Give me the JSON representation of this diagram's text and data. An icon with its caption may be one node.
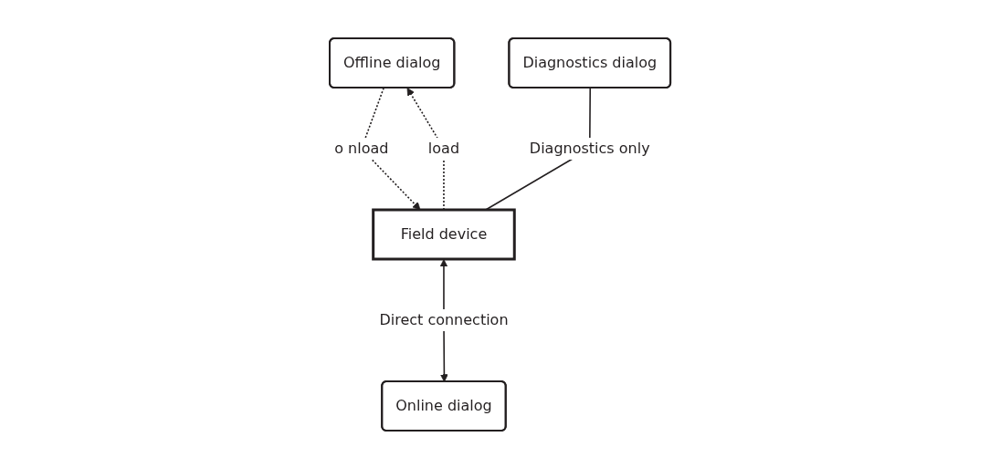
{
  "diagram": {
    "nodes": [
      {
        "text": [
          "Offline dialog"
        ]
      },
      {
        "text": [
          "Diagnostics dialog"
        ]
      },
      {
        "text": [
          "Online dialog"
        ]
      },
      {
        "text": [
          "Field device"
        ]
      }
    ],
    "edges": [
      {
        "from": 0,
        "to": 3,
        "arrow": "to",
        "style": "dashed",
        "label": "o nload"
      },
      {
        "from": 3,
        "to": 0,
        "arrow": "to",
        "style": "dashed",
        "label": "load"
      },
      {
        "from": 1,
        "to": 3,
        "arrow": "none",
        "label": "Diagnostics only"
      },
      {
        "from": 3,
        "to": 2,
        "arrow": "both",
        "label": "Direct connection"
      }
    ]
  }
}
